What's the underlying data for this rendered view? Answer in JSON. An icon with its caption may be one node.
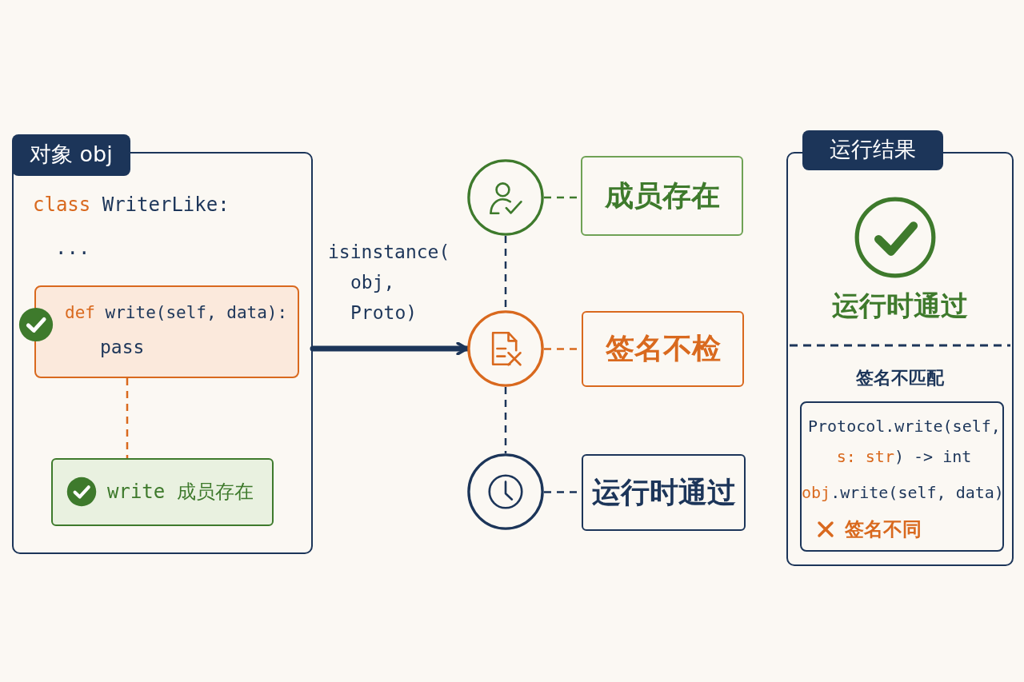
{
  "diagram": {
    "nodes": [
      {
        "text": [
          "对象 obj",
          "class WriterLike:",
          "..."
        ]
      },
      {
        "text": [
          "def write(self, data):",
          "pass"
        ],
        "in": 0
      },
      {
        "text": [
          "write 成员存在"
        ],
        "in": 0
      },
      {
        "text": [],
        "shape": "circle"
      },
      {
        "text": [
          "成员存在"
        ]
      },
      {
        "text": [],
        "shape": "circle"
      },
      {
        "text": [
          "签名不检"
        ]
      },
      {
        "text": [],
        "shape": "circle"
      },
      {
        "text": [
          "运行时通过"
        ]
      },
      {
        "text": [
          "运行结果",
          "运行时通过",
          "签名不匹配"
        ]
      },
      {
        "text": [
          "Protocol.write(self, s: str) -> int",
          "obj.write(self, data)",
          "签名不同"
        ],
        "in": 9
      }
    ],
    "edges": [
      {
        "from": 1,
        "to": 2,
        "arrow": "none",
        "style": "dashed",
        "color": "#d9691e"
      },
      {
        "from": 0,
        "to": 5,
        "arrow": "to",
        "style": "thick",
        "label": "isinstance( obj, Proto)"
      },
      {
        "from": 3,
        "to": 4,
        "arrow": "none",
        "style": "dashed",
        "color": "#3e7a2c"
      },
      {
        "from": 5,
        "to": 6,
        "arrow": "none",
        "style": "dashed",
        "color": "#d9691e"
      },
      {
        "from": 7,
        "to": 8,
        "arrow": "none",
        "style": "dashed"
      },
      {
        "from": 3,
        "to": 5,
        "arrow": "none",
        "style": "dashed"
      },
      {
        "from": 5,
        "to": 7,
        "arrow": "none",
        "style": "dashed"
      }
    ]
  }
}
